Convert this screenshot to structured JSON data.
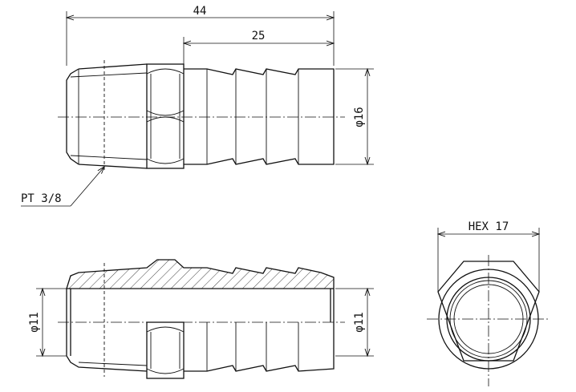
{
  "dimensions": {
    "overall_length": "44",
    "barb_length": "25",
    "barb_diameter": "φ16",
    "bore_left": "φ11",
    "bore_right": "φ11",
    "hex_size": "HEX 17"
  },
  "thread": {
    "label": "PT 3/8"
  }
}
